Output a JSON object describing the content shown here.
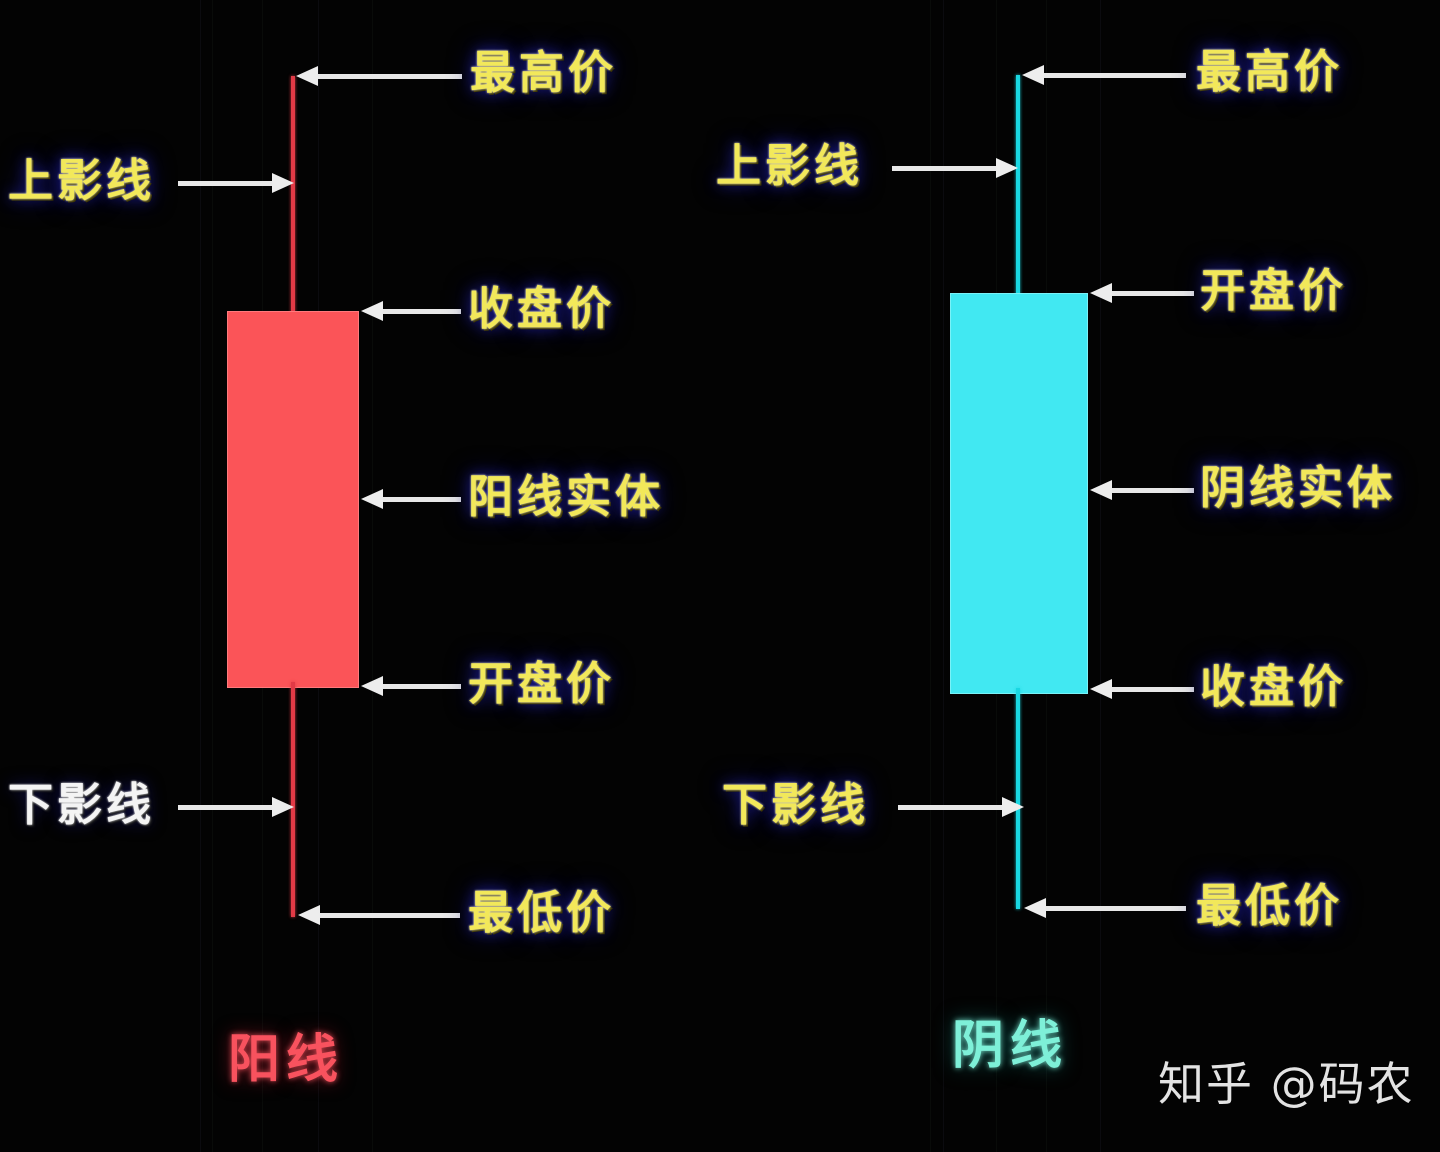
{
  "meta": {
    "background_color": "#030303",
    "label_color": "#f2e85a",
    "arrow_color": "#e8e8e8"
  },
  "chart_data": {
    "type": "diagram",
    "subtype": "candlestick-anatomy",
    "title": "",
    "candles": [
      {
        "id": "bullish",
        "caption": "阳线",
        "body_color": "#fb5458",
        "wick_color": "#e23a46",
        "direction": "up",
        "open_is_bottom": true,
        "parts": {
          "high": "最高价",
          "upper_shadow": "上影线",
          "close": "收盘价",
          "body": "阳线实体",
          "open": "开盘价",
          "lower_shadow": "下影线",
          "low": "最低价"
        }
      },
      {
        "id": "bearish",
        "caption": "阴线",
        "body_color": "#41e8f2",
        "wick_color": "#19d7e2",
        "direction": "down",
        "open_is_bottom": false,
        "parts": {
          "high": "最高价",
          "upper_shadow": "上影线",
          "open": "开盘价",
          "body": "阴线实体",
          "close": "收盘价",
          "lower_shadow": "下影线",
          "low": "最低价"
        }
      }
    ]
  },
  "left": {
    "high_label": "最高价",
    "upper_shadow_label": "上影线",
    "close_label": "收盘价",
    "body_label": "阳线实体",
    "open_label": "开盘价",
    "lower_shadow_label": "下影线",
    "low_label": "最低价",
    "caption": "阳线"
  },
  "right": {
    "high_label": "最高价",
    "upper_shadow_label": "上影线",
    "open_label": "开盘价",
    "body_label": "阴线实体",
    "close_label": "收盘价",
    "lower_shadow_label": "下影线",
    "low_label": "最低价",
    "caption": "阴线"
  },
  "watermark": {
    "text": "知乎 @码农"
  }
}
